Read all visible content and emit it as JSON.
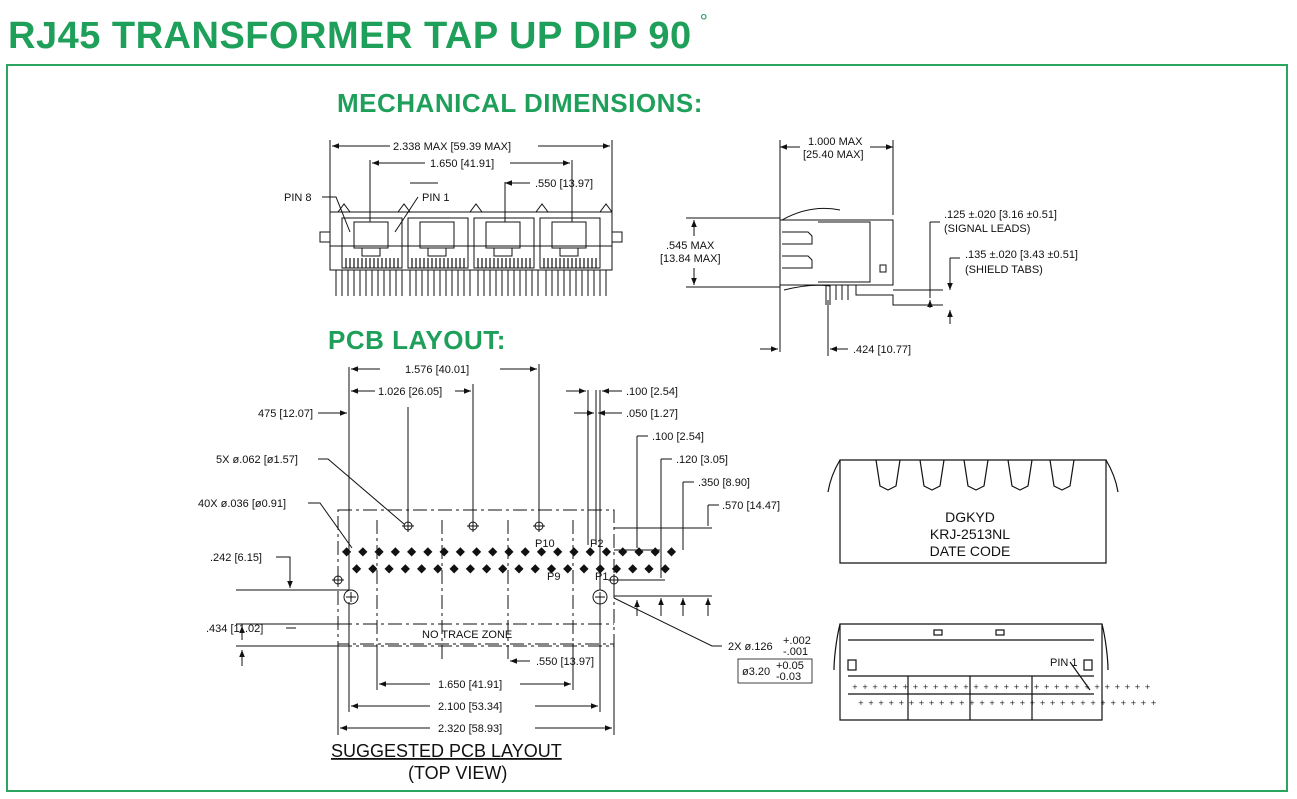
{
  "title": "RJ45 TRANSFORMER TAP UP DIP 90",
  "degree_symbol": "°",
  "headings": {
    "mechanical": "MECHANICAL DIMENSIONS:",
    "pcb": "PCB LAYOUT:"
  },
  "front_view": {
    "overall_width": "2.338  MAX  [59.39  MAX]",
    "pin_span": "1.650  [41.91]",
    "port_pitch": ".550  [13.97]",
    "pin8": "PIN  8",
    "pin1": "PIN  1"
  },
  "side_view": {
    "depth_line1": "1.000  MAX",
    "depth_line2": "[25.40  MAX]",
    "height_line1": ".545  MAX",
    "height_line2": "[13.84  MAX]",
    "signal_leads_line1": ".125  ±.020  [3.16  ±0.51]",
    "signal_leads_line2": "(SIGNAL  LEADS)",
    "shield_tabs_line1": ".135  ±.020  [3.43  ±0.51]",
    "shield_tabs_line2": "(SHIELD  TABS)",
    "offset": ".424  [10.77]"
  },
  "pcb_layout": {
    "d_1576": "1.576  [40.01]",
    "d_1026": "1.026  [26.05]",
    "d_475": "475  [12.07]",
    "d_100a": ".100  [2.54]",
    "d_050": ".050  [1.27]",
    "d_100b": ".100  [2.54]",
    "d_120": ".120  [3.05]",
    "d_350": ".350  [8.90]",
    "d_570": ".570  [14.47]",
    "hole_5x": "5X  ø.062  [ø1.57]",
    "hole_40x": "40X  ø.036  [ø0.91]",
    "d_242": ".242  [6.15]",
    "d_434": ".434  [11.02]",
    "no_trace": "NO  TRACE  ZONE",
    "d_550": ".550  [13.97]",
    "d_1650": "1.650  [41.91]",
    "d_2100": "2.100  [53.34]",
    "d_2320": "2.320  [58.93]",
    "p10": "P10",
    "p2": "P2",
    "p9": "P9",
    "p1": "P1",
    "mount_hole_main": "2X  ø.126",
    "mount_tol_plus": "+.002",
    "mount_tol_minus": "-.001",
    "mount_mm_main": "ø3.20",
    "mount_mm_plus": "+0.05",
    "mount_mm_minus": "-0.03",
    "caption_line1": "SUGGESTED PCB LAYOUT",
    "caption_line2": "(TOP VIEW)"
  },
  "top_view": {
    "marking_line1": "DGKYD",
    "marking_line2": "KRJ-2513NL",
    "marking_line3": "DATE CODE"
  },
  "bottom_view": {
    "pin1": "PIN  1"
  },
  "colors": {
    "heading_green": "#1fa05a",
    "frame_green": "#2aa45e",
    "ink": "#111111"
  }
}
